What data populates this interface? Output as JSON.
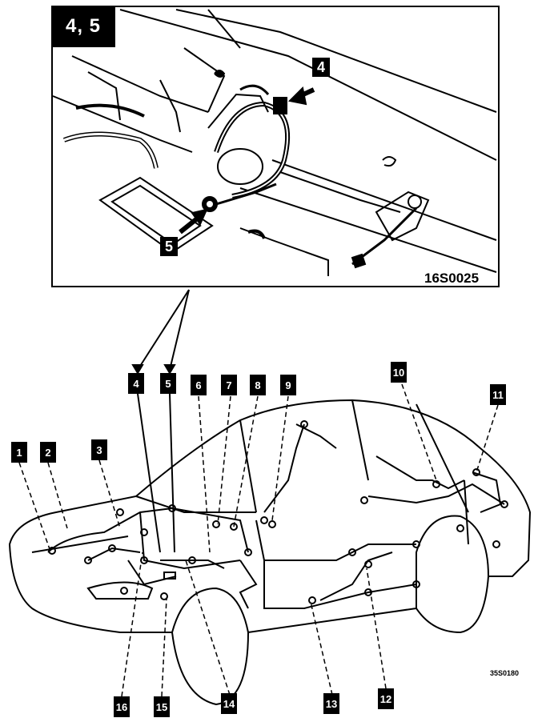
{
  "inset": {
    "tag": "4, 5",
    "code": "16S0025",
    "callouts": [
      "4",
      "5"
    ]
  },
  "main": {
    "code": "35S0180",
    "callouts": [
      "1",
      "2",
      "3",
      "4",
      "5",
      "6",
      "7",
      "8",
      "9",
      "10",
      "11",
      "12",
      "13",
      "14",
      "15",
      "16"
    ]
  }
}
